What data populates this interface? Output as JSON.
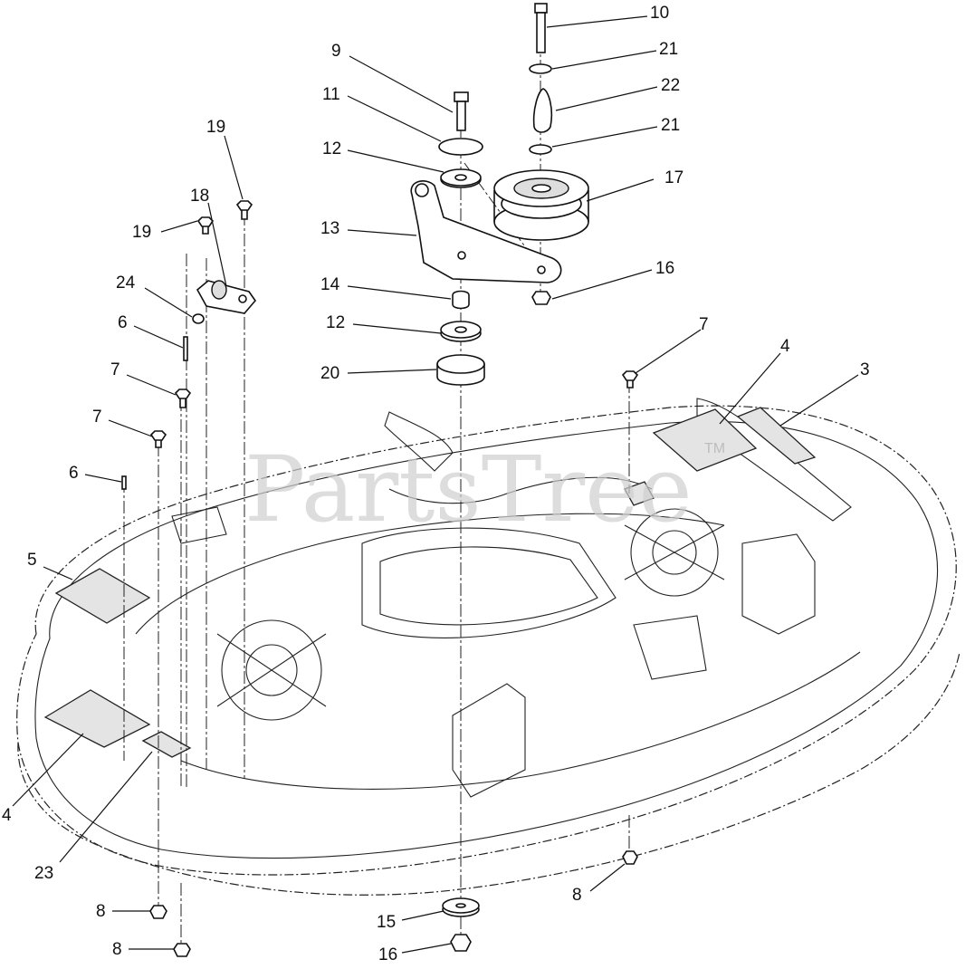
{
  "watermark": {
    "text": "PartsTree",
    "tm": "TM"
  },
  "callouts": [
    {
      "id": "c10a",
      "label": "10"
    },
    {
      "id": "c21a",
      "label": "21"
    },
    {
      "id": "c22",
      "label": "22"
    },
    {
      "id": "c21b",
      "label": "21"
    },
    {
      "id": "c17",
      "label": "17"
    },
    {
      "id": "c16a",
      "label": "16"
    },
    {
      "id": "c9",
      "label": "9"
    },
    {
      "id": "c11",
      "label": "11"
    },
    {
      "id": "c12a",
      "label": "12"
    },
    {
      "id": "c13",
      "label": "13"
    },
    {
      "id": "c14",
      "label": "14"
    },
    {
      "id": "c12b",
      "label": "12"
    },
    {
      "id": "c20",
      "label": "20"
    },
    {
      "id": "c19a",
      "label": "19"
    },
    {
      "id": "c18",
      "label": "18"
    },
    {
      "id": "c19b",
      "label": "19"
    },
    {
      "id": "c24",
      "label": "24"
    },
    {
      "id": "c6a",
      "label": "6"
    },
    {
      "id": "c7a",
      "label": "7"
    },
    {
      "id": "c7b",
      "label": "7"
    },
    {
      "id": "c6b",
      "label": "6"
    },
    {
      "id": "c5",
      "label": "5"
    },
    {
      "id": "c4a",
      "label": "4"
    },
    {
      "id": "c23",
      "label": "23"
    },
    {
      "id": "c8a",
      "label": "8"
    },
    {
      "id": "c8b",
      "label": "8"
    },
    {
      "id": "c15",
      "label": "15"
    },
    {
      "id": "c16b",
      "label": "16"
    },
    {
      "id": "c8c",
      "label": "8"
    },
    {
      "id": "c7c",
      "label": "7"
    },
    {
      "id": "c4b",
      "label": "4"
    },
    {
      "id": "c3",
      "label": "3"
    }
  ]
}
